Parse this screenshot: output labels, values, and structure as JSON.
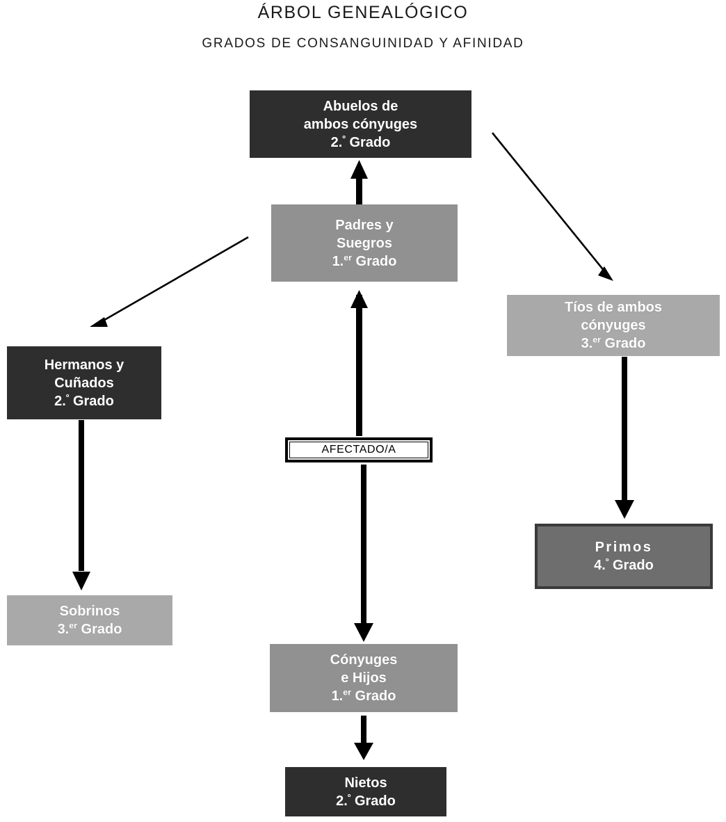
{
  "titles": {
    "main": "ÁRBOL GENEALÓGICO",
    "sub": "GRADOS DE CONSANGUINIDAD Y AFINIDAD"
  },
  "colors": {
    "dark": "#2e2e2e",
    "mid": "#919191",
    "light": "#a9a9a9",
    "gray": "#6e6e6e",
    "border": "#3a3a3a",
    "text_on_fill": "#ffffff",
    "arrow": "#000000",
    "background": "#ffffff"
  },
  "chart_data": {
    "type": "diagram",
    "title": "ÁRBOL GENEALÓGICO",
    "subtitle": "GRADOS DE CONSANGUINIDAD Y AFINIDAD",
    "nodes": [
      {
        "id": "abuelos",
        "lines": [
          "Abuelos de",
          "ambos cónyuges",
          "2.º Grado"
        ],
        "degree": "2.º Grado",
        "fill": "dark"
      },
      {
        "id": "padres",
        "lines": [
          "Padres y",
          "Suegros",
          "1.er Grado"
        ],
        "degree": "1.er Grado",
        "fill": "mid"
      },
      {
        "id": "hermanos",
        "lines": [
          "Hermanos y",
          "Cuñados",
          "2.º Grado"
        ],
        "degree": "2.º Grado",
        "fill": "dark"
      },
      {
        "id": "tios",
        "lines": [
          "Tíos de ambos",
          "cónyuges",
          "3.er Grado"
        ],
        "degree": "3.er Grado",
        "fill": "light"
      },
      {
        "id": "sobrinos",
        "lines": [
          "Sobrinos",
          "3.er Grado"
        ],
        "degree": "3.er Grado",
        "fill": "light"
      },
      {
        "id": "primos",
        "lines": [
          "Primos",
          "4.º Grado"
        ],
        "degree": "4.º Grado",
        "fill": "gray"
      },
      {
        "id": "afectado",
        "lines": [
          "AFECTADO/A"
        ],
        "degree": "",
        "fill": "white"
      },
      {
        "id": "conyuges",
        "lines": [
          "Cónyuges",
          "e Hijos",
          "1.er Grado"
        ],
        "degree": "1.er Grado",
        "fill": "mid"
      },
      {
        "id": "nietos",
        "lines": [
          "Nietos",
          "2.º Grado"
        ],
        "degree": "2.º Grado",
        "fill": "dark"
      }
    ],
    "edges": [
      {
        "from": "afectado",
        "to": "padres",
        "style": "thick-up"
      },
      {
        "from": "padres",
        "to": "abuelos",
        "style": "thick-up"
      },
      {
        "from": "abuelos",
        "to": "tios",
        "style": "thin-diagonal"
      },
      {
        "from": "padres",
        "to": "hermanos",
        "style": "thin-diagonal"
      },
      {
        "from": "hermanos",
        "to": "sobrinos",
        "style": "thick-down"
      },
      {
        "from": "tios",
        "to": "primos",
        "style": "thick-down"
      },
      {
        "from": "afectado",
        "to": "conyuges",
        "style": "thick-down"
      },
      {
        "from": "conyuges",
        "to": "nietos",
        "style": "thick-down"
      }
    ]
  },
  "nodes": {
    "abuelos": {
      "line1": "Abuelos de",
      "line2": "ambos cónyuges",
      "degree_num": "2.",
      "degree_sup": "º",
      "degree_word": "Grado"
    },
    "padres": {
      "line1": "Padres y",
      "line2": "Suegros",
      "degree_num": "1.",
      "degree_sup": "er",
      "degree_word": "Grado"
    },
    "hermanos": {
      "line1": "Hermanos y",
      "line2": "Cuñados",
      "degree_num": "2.",
      "degree_sup": "º",
      "degree_word": "Grado"
    },
    "tios": {
      "line1": "Tíos de ambos",
      "line2": "cónyuges",
      "degree_num": "3.",
      "degree_sup": "er",
      "degree_word": "Grado"
    },
    "sobrinos": {
      "line1": "Sobrinos",
      "degree_num": "3.",
      "degree_sup": "er",
      "degree_word": "Grado"
    },
    "primos": {
      "line1": "Primos",
      "degree_num": "4.",
      "degree_sup": "º",
      "degree_word": "Grado"
    },
    "afectado": {
      "label": "AFECTADO/A"
    },
    "conyuges": {
      "line1": "Cónyuges",
      "line2": "e Hijos",
      "degree_num": "1.",
      "degree_sup": "er",
      "degree_word": "Grado"
    },
    "nietos": {
      "line1": "Nietos",
      "degree_num": "2.",
      "degree_sup": "º",
      "degree_word": "Grado"
    }
  }
}
